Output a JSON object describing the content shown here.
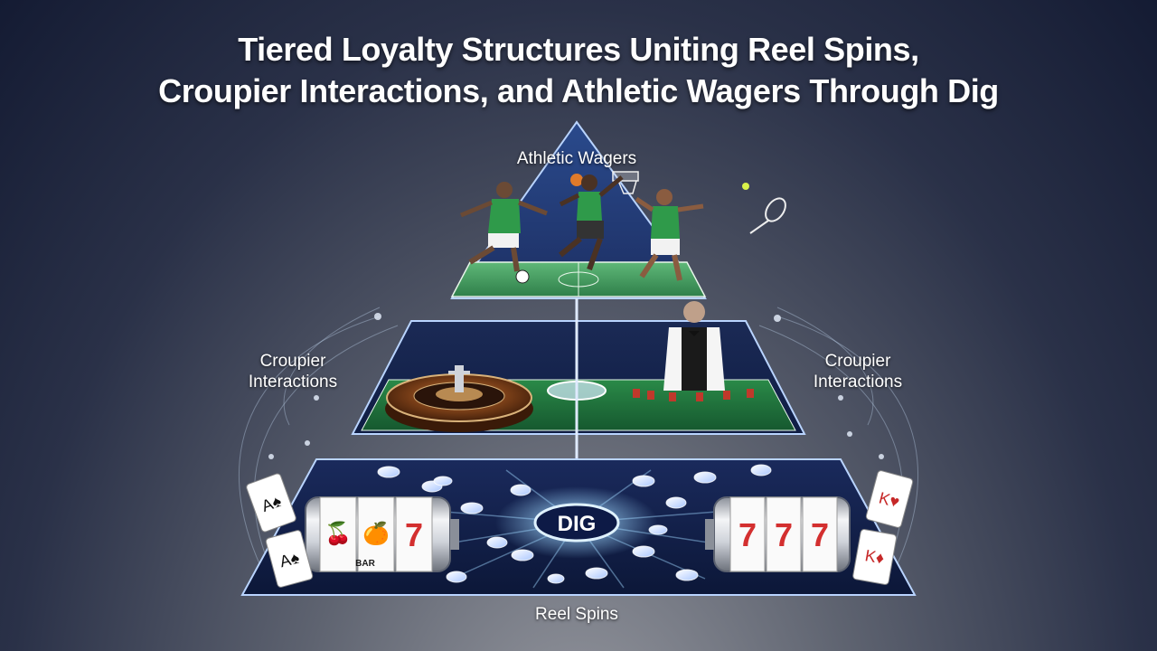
{
  "title": {
    "line1": "Tiered Loyalty Structures Uniting Reel Spins,",
    "line2": "Croupier Interactions, and Athletic Wagers Through Dig"
  },
  "tiers": {
    "top": {
      "label": "Athletic Wagers"
    },
    "middle": {
      "label_left": [
        "Croupier",
        "Interactions"
      ],
      "label_right": [
        "Croupier",
        "Interactions"
      ]
    },
    "bottom": {
      "label": "Reel Spins",
      "hub": "DIG"
    }
  },
  "reels": {
    "left": [
      "🍒",
      "🍊",
      "7"
    ],
    "right": [
      "7",
      "7",
      "7"
    ],
    "bar": "BAR"
  },
  "cards": {
    "left_top": "A♠",
    "left_bottom": "A♠",
    "right_top": "K♥",
    "right_bottom": "K♦"
  },
  "colors": {
    "field": "#3f9a5c",
    "felt": "#1f6b3a",
    "base": "#1c2b56",
    "glow": "#9fd8ff"
  }
}
